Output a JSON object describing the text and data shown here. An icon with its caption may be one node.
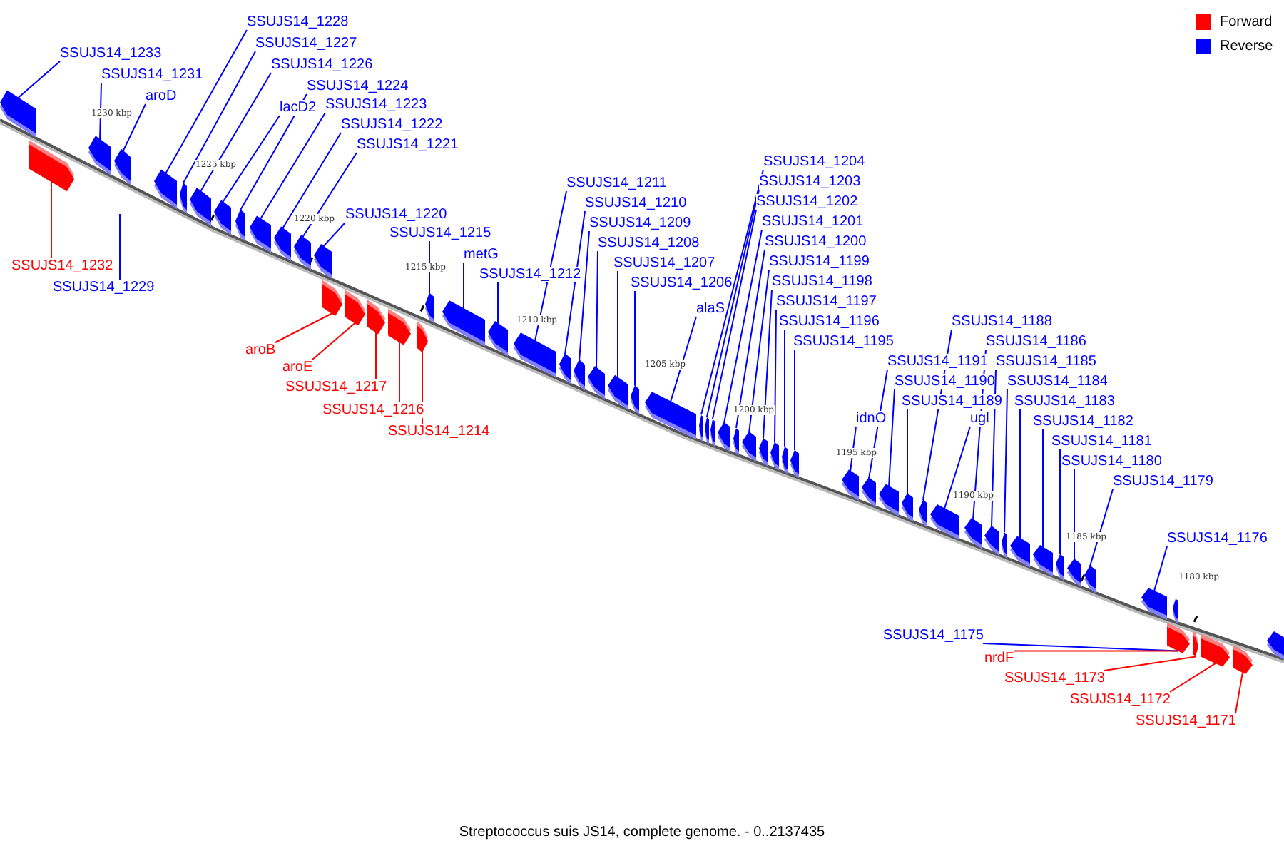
{
  "diagram": {
    "caption": "Streptococcus suis JS14, complete genome. - 0..2137435",
    "nodes": [
      {
        "text": [
          "SSUJS14_1233"
        ]
      },
      {
        "text": [
          "SSUJS14_1232"
        ]
      },
      {
        "text": [
          "SSUJS14_1231"
        ]
      },
      {
        "text": [
          "aroD"
        ]
      },
      {
        "text": [
          "SSUJS14_1229"
        ]
      },
      {
        "text": [
          "SSUJS14_1228"
        ]
      },
      {
        "text": [
          "SSUJS14_1227"
        ]
      },
      {
        "text": [
          "SSUJS14_1226"
        ]
      },
      {
        "text": [
          "lacD2"
        ]
      },
      {
        "text": [
          "SSUJS14_1224"
        ]
      },
      {
        "text": [
          "SSUJS14_1223"
        ]
      },
      {
        "text": [
          "SSUJS14_1222"
        ]
      },
      {
        "text": [
          "SSUJS14_1221"
        ]
      },
      {
        "text": [
          "SSUJS14_1220"
        ]
      },
      {
        "text": [
          "aroB"
        ]
      },
      {
        "text": [
          "aroE"
        ]
      },
      {
        "text": [
          "SSUJS14_1217"
        ]
      },
      {
        "text": [
          "SSUJS14_1216"
        ]
      },
      {
        "text": [
          "SSUJS14_1214"
        ]
      },
      {
        "text": [
          "SSUJS14_1215"
        ]
      },
      {
        "text": [
          "metG"
        ]
      },
      {
        "text": [
          "SSUJS14_1212"
        ]
      },
      {
        "text": [
          "SSUJS14_1211"
        ]
      },
      {
        "text": [
          "SSUJS14_1210"
        ]
      },
      {
        "text": [
          "SSUJS14_1209"
        ]
      },
      {
        "text": [
          "SSUJS14_1208"
        ]
      },
      {
        "text": [
          "SSUJS14_1207"
        ]
      },
      {
        "text": [
          "SSUJS14_1206"
        ]
      },
      {
        "text": [
          "alaS"
        ]
      },
      {
        "text": [
          "SSUJS14_1204"
        ]
      },
      {
        "text": [
          "SSUJS14_1203"
        ]
      },
      {
        "text": [
          "SSUJS14_1202"
        ]
      },
      {
        "text": [
          "SSUJS14_1201"
        ]
      },
      {
        "text": [
          "SSUJS14_1200"
        ]
      },
      {
        "text": [
          "SSUJS14_1199"
        ]
      },
      {
        "text": [
          "SSUJS14_1198"
        ]
      },
      {
        "text": [
          "SSUJS14_1197"
        ]
      },
      {
        "text": [
          "SSUJS14_1196"
        ]
      },
      {
        "text": [
          "SSUJS14_1195"
        ]
      },
      {
        "text": [
          "idnO"
        ]
      },
      {
        "text": [
          "SSUJS14_1191"
        ]
      },
      {
        "text": [
          "SSUJS14_1190"
        ]
      },
      {
        "text": [
          "SSUJS14_1189"
        ]
      },
      {
        "text": [
          "SSUJS14_1188"
        ]
      },
      {
        "text": [
          "ugl"
        ]
      },
      {
        "text": [
          "SSUJS14_1186"
        ]
      },
      {
        "text": [
          "SSUJS14_1185"
        ]
      },
      {
        "text": [
          "SSUJS14_1184"
        ]
      },
      {
        "text": [
          "SSUJS14_1183"
        ]
      },
      {
        "text": [
          "SSUJS14_1182"
        ]
      },
      {
        "text": [
          "SSUJS14_1181"
        ]
      },
      {
        "text": [
          "SSUJS14_1180"
        ]
      },
      {
        "text": [
          "SSUJS14_1179"
        ]
      },
      {
        "text": [
          "SSUJS14_1176"
        ]
      },
      {
        "text": [
          "SSUJS14_1175"
        ]
      },
      {
        "text": [
          "nrdF"
        ]
      },
      {
        "text": [
          "SSUJS14_1173"
        ]
      },
      {
        "text": [
          "SSUJS14_1172"
        ]
      },
      {
        "text": [
          "SSUJS14_1171"
        ]
      },
      {
        "text": [],
        "shape": "arrow"
      },
      {
        "text": [],
        "shape": "arrow"
      },
      {
        "text": [],
        "shape": "arrow"
      },
      {
        "text": [],
        "shape": "arrow"
      },
      {
        "text": [],
        "shape": "arrow"
      },
      {
        "text": [],
        "shape": "arrow"
      },
      {
        "text": [],
        "shape": "arrow"
      },
      {
        "text": [],
        "shape": "arrow"
      },
      {
        "text": [],
        "shape": "arrow"
      },
      {
        "text": [],
        "shape": "arrow"
      },
      {
        "text": [],
        "shape": "arrow"
      },
      {
        "text": [],
        "shape": "arrow"
      },
      {
        "text": [],
        "shape": "arrow"
      },
      {
        "text": [],
        "shape": "arrow"
      },
      {
        "text": [],
        "shape": "arrow"
      },
      {
        "text": [],
        "shape": "arrow"
      },
      {
        "text": [],
        "shape": "arrow"
      },
      {
        "text": [],
        "shape": "arrow"
      },
      {
        "text": [],
        "shape": "arrow"
      },
      {
        "text": [],
        "shape": "arrow"
      },
      {
        "text": [],
        "shape": "arrow"
      },
      {
        "text": [],
        "shape": "arrow"
      },
      {
        "text": [],
        "shape": "arrow"
      },
      {
        "text": [],
        "shape": "arrow"
      },
      {
        "text": [],
        "shape": "arrow"
      },
      {
        "text": [],
        "shape": "arrow"
      },
      {
        "text": [],
        "shape": "arrow"
      },
      {
        "text": [],
        "shape": "arrow"
      },
      {
        "text": [],
        "shape": "arrow"
      },
      {
        "text": [],
        "shape": "arrow"
      },
      {
        "text": [],
        "shape": "arrow"
      },
      {
        "text": [],
        "shape": "arrow"
      },
      {
        "text": [],
        "shape": "arrow"
      },
      {
        "text": [],
        "shape": "arrow"
      },
      {
        "text": [],
        "shape": "arrow"
      },
      {
        "text": [],
        "shape": "arrow"
      },
      {
        "text": [],
        "shape": "arrow"
      },
      {
        "text": [],
        "shape": "arrow"
      },
      {
        "text": [],
        "shape": "arrow"
      },
      {
        "text": [],
        "shape": "arrow"
      },
      {
        "text": [],
        "shape": "arrow"
      },
      {
        "text": [],
        "shape": "arrow"
      },
      {
        "text": [],
        "shape": "arrow"
      },
      {
        "text": [],
        "shape": "arrow"
      },
      {
        "text": [],
        "shape": "arrow"
      },
      {
        "text": [],
        "shape": "arrow"
      },
      {
        "text": [],
        "shape": "arrow"
      },
      {
        "text": [],
        "shape": "arrow"
      },
      {
        "text": [],
        "shape": "arrow"
      },
      {
        "text": [],
        "shape": "arrow"
      },
      {
        "text": [],
        "shape": "arrow"
      },
      {
        "text": [],
        "shape": "arrow"
      },
      {
        "text": [],
        "shape": "arrow"
      },
      {
        "text": [],
        "shape": "arrow"
      },
      {
        "text": [],
        "shape": "arrow"
      },
      {
        "text": [],
        "shape": "arrow"
      },
      {
        "text": [],
        "shape": "arrow"
      },
      {
        "text": [],
        "shape": "arrow"
      },
      {
        "text": [],
        "shape": "arrow"
      }
    ],
    "edges": [
      {
        "from": 0,
        "to": 59,
        "arrow": "none"
      },
      {
        "from": 1,
        "to": 60,
        "arrow": "none",
        "color": "#ff0000"
      },
      {
        "from": 2,
        "to": 61,
        "arrow": "none"
      },
      {
        "from": 3,
        "to": 62,
        "arrow": "none"
      },
      {
        "from": 4,
        "to": null,
        "arrow": "none"
      },
      {
        "from": 5,
        "to": 63,
        "arrow": "none"
      },
      {
        "from": 6,
        "to": 64,
        "arrow": "none"
      },
      {
        "from": 7,
        "to": 65,
        "arrow": "none"
      },
      {
        "from": 8,
        "to": 66,
        "arrow": "none"
      },
      {
        "from": 9,
        "to": 67,
        "arrow": "none"
      },
      {
        "from": 10,
        "to": 68,
        "arrow": "none"
      },
      {
        "from": 11,
        "to": 69,
        "arrow": "none"
      },
      {
        "from": 12,
        "to": 70,
        "arrow": "none"
      },
      {
        "from": 13,
        "to": 71,
        "arrow": "none"
      },
      {
        "from": 14,
        "to": 72,
        "arrow": "none",
        "color": "#ff0000"
      },
      {
        "from": 15,
        "to": 73,
        "arrow": "none",
        "color": "#ff0000"
      },
      {
        "from": 16,
        "to": 74,
        "arrow": "none",
        "color": "#ff0000"
      },
      {
        "from": 17,
        "to": 75,
        "arrow": "none",
        "color": "#ff0000"
      },
      {
        "from": 18,
        "to": 76,
        "arrow": "none",
        "color": "#ff0000"
      },
      {
        "from": 19,
        "to": 77,
        "arrow": "none"
      },
      {
        "from": 20,
        "to": 78,
        "arrow": "none"
      },
      {
        "from": 21,
        "to": 79,
        "arrow": "none"
      },
      {
        "from": 22,
        "to": 80,
        "arrow": "none"
      },
      {
        "from": 23,
        "to": 81,
        "arrow": "none"
      },
      {
        "from": 24,
        "to": 82,
        "arrow": "none"
      },
      {
        "from": 25,
        "to": 83,
        "arrow": "none"
      },
      {
        "from": 26,
        "to": 84,
        "arrow": "none"
      },
      {
        "from": 27,
        "to": 85,
        "arrow": "none"
      },
      {
        "from": 28,
        "to": 86,
        "arrow": "none"
      },
      {
        "from": 29,
        "to": 87,
        "arrow": "none"
      },
      {
        "from": 30,
        "to": 88,
        "arrow": "none"
      },
      {
        "from": 31,
        "to": 89,
        "arrow": "none"
      },
      {
        "from": 32,
        "to": 90,
        "arrow": "none"
      },
      {
        "from": 33,
        "to": 91,
        "arrow": "none"
      },
      {
        "from": 34,
        "to": 92,
        "arrow": "none"
      },
      {
        "from": 35,
        "to": 93,
        "arrow": "none"
      },
      {
        "from": 36,
        "to": 94,
        "arrow": "none"
      },
      {
        "from": 37,
        "to": 95,
        "arrow": "none"
      },
      {
        "from": 38,
        "to": 96,
        "arrow": "none"
      },
      {
        "from": 39,
        "to": 97,
        "arrow": "none"
      },
      {
        "from": 40,
        "to": 98,
        "arrow": "none"
      },
      {
        "from": 41,
        "to": 99,
        "arrow": "none"
      },
      {
        "from": 42,
        "to": 100,
        "arrow": "none"
      },
      {
        "from": 43,
        "to": 101,
        "arrow": "none"
      },
      {
        "from": 44,
        "to": 102,
        "arrow": "none"
      },
      {
        "from": 45,
        "to": 103,
        "arrow": "none"
      },
      {
        "from": 46,
        "to": 104,
        "arrow": "none"
      },
      {
        "from": 47,
        "to": 105,
        "arrow": "none"
      },
      {
        "from": 48,
        "to": 106,
        "arrow": "none"
      },
      {
        "from": 49,
        "to": 107,
        "arrow": "none"
      },
      {
        "from": 50,
        "to": 108,
        "arrow": "none"
      },
      {
        "from": 51,
        "to": 109,
        "arrow": "none"
      },
      {
        "from": 52,
        "to": 110,
        "arrow": "none"
      },
      {
        "from": 53,
        "to": 111,
        "arrow": "none"
      },
      {
        "from": 54,
        "to": 112,
        "arrow": "none"
      },
      {
        "from": 55,
        "to": 112,
        "arrow": "none",
        "color": "#ff0000"
      },
      {
        "from": 56,
        "to": 113,
        "arrow": "none",
        "color": "#ff0000"
      },
      {
        "from": 57,
        "to": 114,
        "arrow": "none",
        "color": "#ff0000"
      },
      {
        "from": 58,
        "to": 115,
        "arrow": "none",
        "color": "#ff0000"
      }
    ],
    "labels": [
      "1230 kbp",
      "1225 kbp",
      "1220 kbp",
      "1215 kbp",
      "1210 kbp",
      "1205 kbp",
      "1200 kbp",
      "1195 kbp",
      "1190 kbp",
      "1185 kbp",
      "1180 kbp"
    ],
    "legend": [
      {
        "text": "Forward",
        "color": "#ff0000"
      },
      {
        "text": "Reverse",
        "color": "#0000ff"
      }
    ]
  }
}
